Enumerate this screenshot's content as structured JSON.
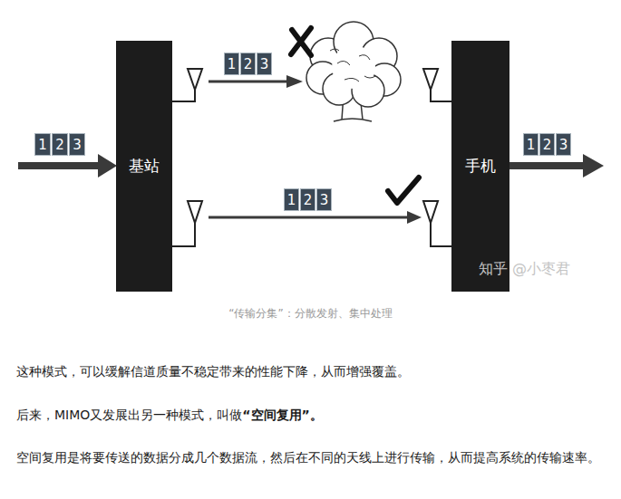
{
  "diagram": {
    "caption": "“传输分集”：分散发射、集中处理",
    "nodes": [
      {
        "text": [
          "1"
        ]
      },
      {
        "text": [
          "2"
        ]
      },
      {
        "text": [
          "3"
        ]
      },
      {
        "text": [
          "基站"
        ]
      },
      {
        "text": [
          "1"
        ]
      },
      {
        "text": [
          "2"
        ]
      },
      {
        "text": [
          "3"
        ]
      },
      {
        "text": [
          "1"
        ]
      },
      {
        "text": [
          "2"
        ]
      },
      {
        "text": [
          "3"
        ]
      },
      {
        "text": [
          "手机"
        ]
      },
      {
        "text": [
          "1"
        ]
      },
      {
        "text": [
          "2"
        ]
      },
      {
        "text": [
          "3"
        ]
      }
    ],
    "edges": [
      {
        "from": 3,
        "to": 10,
        "arrow": "to"
      }
    ],
    "labels": [
      "知乎 @小枣君",
      "这种模式，可以缓解信道质量不稳定带来的性能下降，从而增强覆盖。",
      "后来，MIMO又发展出另一种模式，叫做",
      "“空间复用”。",
      "空间复用是将要传送的数据分成几个数据流，然后在不同的天线上进行传输，从而提高系统的传输速率。"
    ]
  }
}
